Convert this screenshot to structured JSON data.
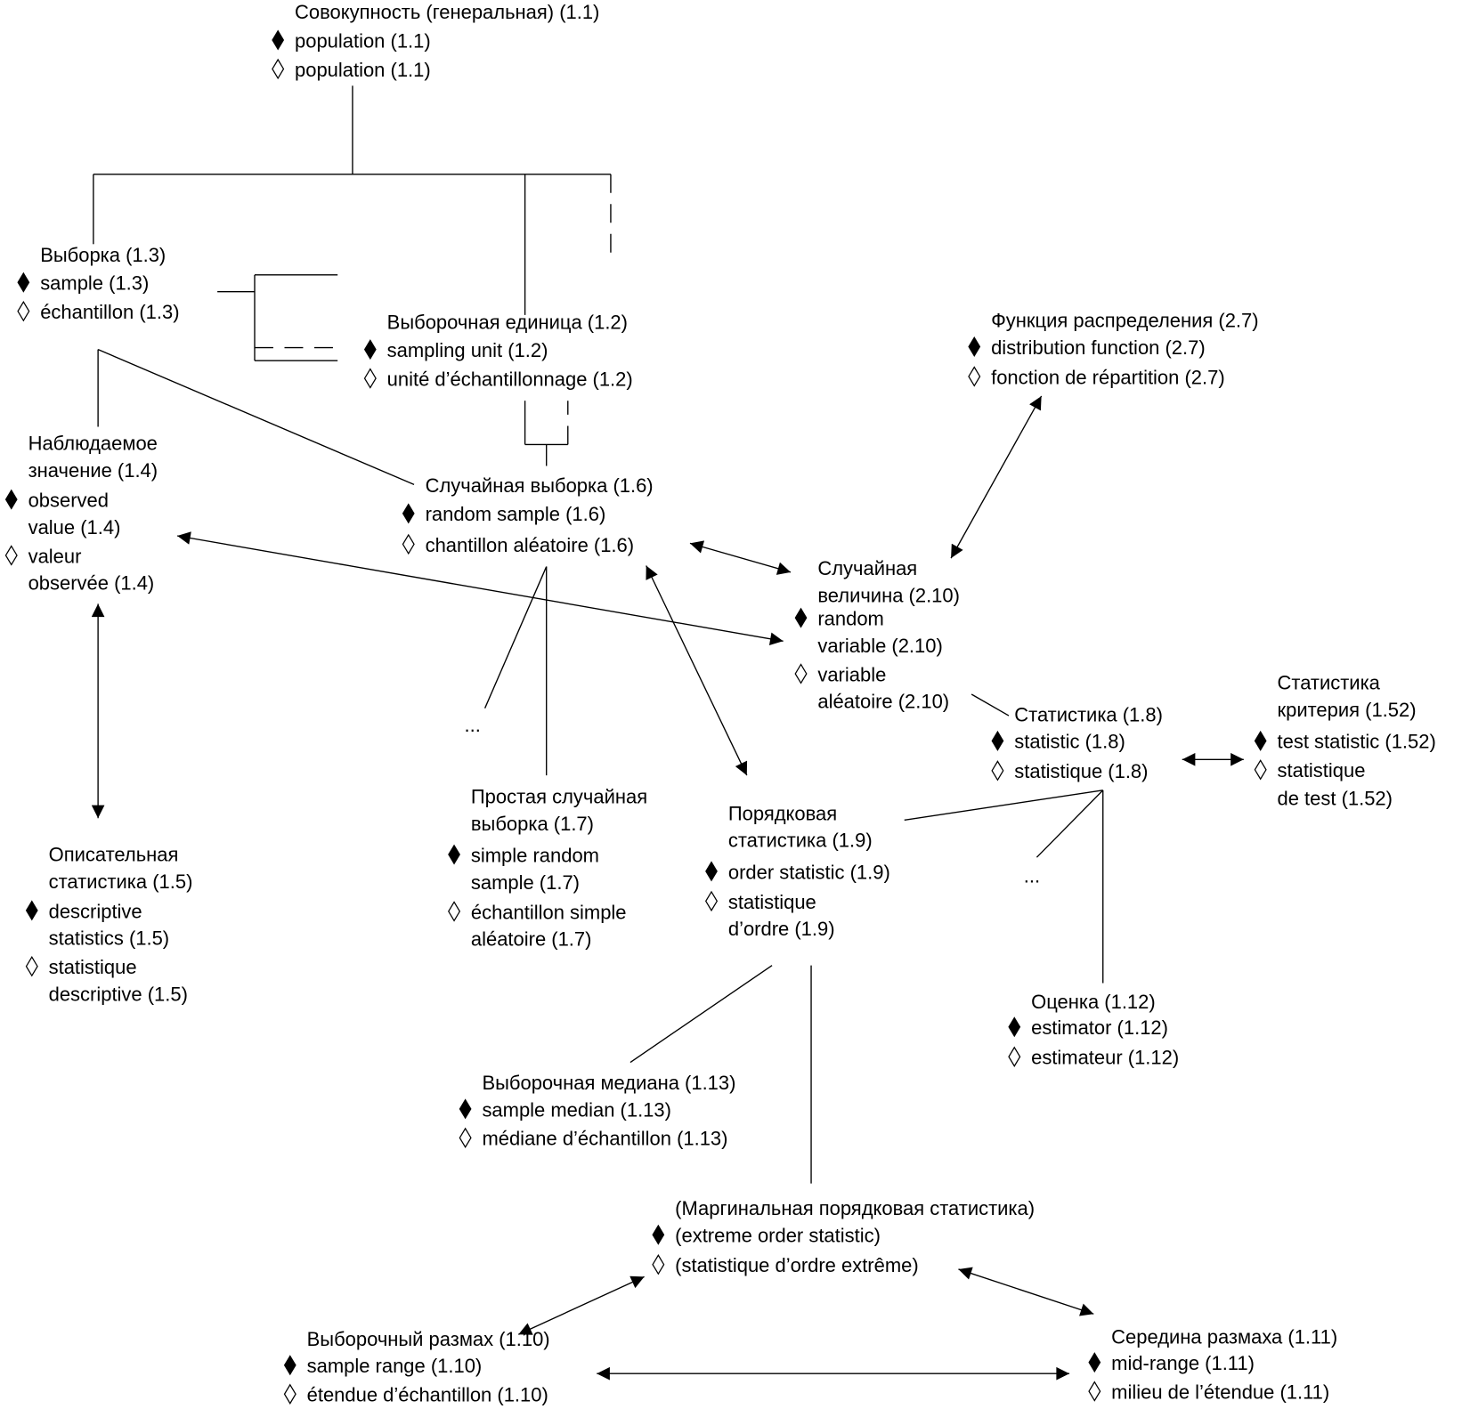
{
  "diagram": {
    "colors": {
      "ink": "#000000",
      "background": "#ffffff"
    },
    "legend_markers": {
      "filled-diamond": "English term",
      "hollow-diamond": "French term"
    },
    "nodes": [
      {
        "id": "n1_1",
        "lines": [
          {
            "marker": "none",
            "text": "Совокупность (генеральная) (1.1)"
          },
          {
            "marker": "filled",
            "text": "population (1.1)"
          },
          {
            "marker": "hollow",
            "text": "population (1.1)"
          }
        ]
      },
      {
        "id": "n1_3",
        "lines": [
          {
            "marker": "none",
            "text": "Выборка (1.3)"
          },
          {
            "marker": "filled",
            "text": "sample (1.3)"
          },
          {
            "marker": "hollow",
            "text": "échantillon (1.3)"
          }
        ]
      },
      {
        "id": "n1_2",
        "lines": [
          {
            "marker": "none",
            "text": "Выборочная единица (1.2)"
          },
          {
            "marker": "filled",
            "text": "sampling unit (1.2)"
          },
          {
            "marker": "hollow",
            "text": "unité d’échantillonnage (1.2)"
          }
        ]
      },
      {
        "id": "n2_7",
        "lines": [
          {
            "marker": "none",
            "text": "Функция распределения (2.7)"
          },
          {
            "marker": "filled",
            "text": "distribution function (2.7)"
          },
          {
            "marker": "hollow",
            "text": "fonction de répartition (2.7)"
          }
        ]
      },
      {
        "id": "n1_4",
        "lines": [
          {
            "marker": "none",
            "text": "Наблюдаемое"
          },
          {
            "marker": "none",
            "text": "значение (1.4)"
          },
          {
            "marker": "filled",
            "text": "observed"
          },
          {
            "marker": "none",
            "text": "value (1.4)"
          },
          {
            "marker": "hollow",
            "text": "valeur"
          },
          {
            "marker": "none",
            "text": "observée (1.4)"
          }
        ]
      },
      {
        "id": "n1_6",
        "lines": [
          {
            "marker": "none",
            "text": "Случайная выборка (1.6)"
          },
          {
            "marker": "filled",
            "text": "random sample (1.6)"
          },
          {
            "marker": "hollow",
            "text": "chantillon aléatoire (1.6)"
          }
        ]
      },
      {
        "id": "n2_10",
        "lines": [
          {
            "marker": "none",
            "text": "Случайная"
          },
          {
            "marker": "none",
            "text": "величина (2.10)"
          },
          {
            "marker": "filled",
            "text": "random"
          },
          {
            "marker": "none",
            "text": "variable (2.10)"
          },
          {
            "marker": "hollow",
            "text": "variable"
          },
          {
            "marker": "none",
            "text": "aléatoire (2.10)"
          }
        ]
      },
      {
        "id": "n1_8",
        "lines": [
          {
            "marker": "none",
            "text": "Статистика (1.8)"
          },
          {
            "marker": "filled",
            "text": "statistic (1.8)"
          },
          {
            "marker": "hollow",
            "text": "statistique (1.8)"
          }
        ]
      },
      {
        "id": "n1_52",
        "lines": [
          {
            "marker": "none",
            "text": "Статистика"
          },
          {
            "marker": "none",
            "text": "критерия (1.52)"
          },
          {
            "marker": "filled",
            "text": "test statistic (1.52)"
          },
          {
            "marker": "hollow",
            "text": "statistique"
          },
          {
            "marker": "none",
            "text": "de test (1.52)"
          }
        ]
      },
      {
        "id": "n1_7",
        "lines": [
          {
            "marker": "none",
            "text": "Простая случайная"
          },
          {
            "marker": "none",
            "text": "выборка (1.7)"
          },
          {
            "marker": "filled",
            "text": "simple random"
          },
          {
            "marker": "none",
            "text": "sample (1.7)"
          },
          {
            "marker": "hollow",
            "text": "échantillon simple"
          },
          {
            "marker": "none",
            "text": "aléatoire (1.7)"
          }
        ]
      },
      {
        "id": "n1_9",
        "lines": [
          {
            "marker": "none",
            "text": "Порядковая"
          },
          {
            "marker": "none",
            "text": "статистика (1.9)"
          },
          {
            "marker": "filled",
            "text": "order statistic (1.9)"
          },
          {
            "marker": "hollow",
            "text": "statistique"
          },
          {
            "marker": "none",
            "text": "d’ordre (1.9)"
          }
        ]
      },
      {
        "id": "n1_5",
        "lines": [
          {
            "marker": "none",
            "text": "Описательная"
          },
          {
            "marker": "none",
            "text": "статистика (1.5)"
          },
          {
            "marker": "filled",
            "text": "descriptive"
          },
          {
            "marker": "none",
            "text": "statistics (1.5)"
          },
          {
            "marker": "hollow",
            "text": "statistique"
          },
          {
            "marker": "none",
            "text": "descriptive (1.5)"
          }
        ]
      },
      {
        "id": "n1_12",
        "lines": [
          {
            "marker": "none",
            "text": "Оценка (1.12)"
          },
          {
            "marker": "filled",
            "text": "estimator (1.12)"
          },
          {
            "marker": "hollow",
            "text": "estimateur (1.12)"
          }
        ]
      },
      {
        "id": "n1_13",
        "lines": [
          {
            "marker": "none",
            "text": "Выборочная медиана (1.13)"
          },
          {
            "marker": "filled",
            "text": "sample median (1.13)"
          },
          {
            "marker": "hollow",
            "text": "médiane d’échantillon (1.13)"
          }
        ]
      },
      {
        "id": "extreme",
        "lines": [
          {
            "marker": "none",
            "text": "(Маргинальная порядковая статистика)"
          },
          {
            "marker": "filled",
            "text": "(extreme order statistic)"
          },
          {
            "marker": "hollow",
            "text": "(statistique d’ordre extrême)"
          }
        ]
      },
      {
        "id": "n1_10",
        "lines": [
          {
            "marker": "none",
            "text": "Выборочный размах (1.10)"
          },
          {
            "marker": "filled",
            "text": "sample range (1.10)"
          },
          {
            "marker": "hollow",
            "text": "étendue d’échantillon (1.10)"
          }
        ]
      },
      {
        "id": "n1_11",
        "lines": [
          {
            "marker": "none",
            "text": "Середина размаха (1.11)"
          },
          {
            "marker": "filled",
            "text": "mid-range (1.11)"
          },
          {
            "marker": "hollow",
            "text": "milieu de l’étendue (1.11)"
          }
        ]
      }
    ],
    "ellipses": [
      {
        "id": "ellipsis-random-sample",
        "text": "..."
      },
      {
        "id": "ellipsis-statistic",
        "text": "..."
      }
    ],
    "edges": [
      {
        "id": "pop-tree",
        "from": "n1_1",
        "to": [
          "n1_3",
          "n1_2",
          "more"
        ],
        "kind": "tree"
      },
      {
        "id": "sample-bracket",
        "from": "n1_3",
        "to": "n1_2",
        "kind": "bracket"
      },
      {
        "id": "sample-to-randomsample",
        "from": "n1_3",
        "to": "n1_6",
        "kind": "line"
      },
      {
        "id": "unit-to-randomsample",
        "from": "n1_2",
        "to": "n1_6",
        "kind": "bracket"
      },
      {
        "id": "observed-randomvar",
        "from": "n1_4",
        "to": "n2_10",
        "kind": "double-arrow"
      },
      {
        "id": "observed-descriptive",
        "from": "n1_4",
        "to": "n1_5",
        "kind": "double-arrow"
      },
      {
        "id": "randomsample-randomvar",
        "from": "n1_6",
        "to": "n2_10",
        "kind": "double-arrow"
      },
      {
        "id": "distfunc-randomvar",
        "from": "n2_7",
        "to": "n2_10",
        "kind": "double-arrow"
      },
      {
        "id": "randomsample-order",
        "from": "n1_6",
        "to": "n1_9",
        "kind": "double-arrow"
      },
      {
        "id": "randomsample-simple",
        "from": "n1_6",
        "to": "n1_7",
        "kind": "line"
      },
      {
        "id": "randomsample-more",
        "from": "n1_6",
        "to": "ellipsis-random-sample",
        "kind": "line"
      },
      {
        "id": "randomvar-statistic",
        "from": "n2_10",
        "to": "n1_8",
        "kind": "line"
      },
      {
        "id": "statistic-teststat",
        "from": "n1_8",
        "to": "n1_52",
        "kind": "double-arrow"
      },
      {
        "id": "statistic-order",
        "from": "n1_8",
        "to": "n1_9",
        "kind": "line"
      },
      {
        "id": "statistic-more",
        "from": "n1_8",
        "to": "ellipsis-statistic",
        "kind": "line"
      },
      {
        "id": "statistic-estimator",
        "from": "n1_8",
        "to": "n1_12",
        "kind": "line"
      },
      {
        "id": "order-median",
        "from": "n1_9",
        "to": "n1_13",
        "kind": "line"
      },
      {
        "id": "order-extreme",
        "from": "n1_9",
        "to": "extreme",
        "kind": "line"
      },
      {
        "id": "extreme-range",
        "from": "extreme",
        "to": "n1_10",
        "kind": "double-arrow"
      },
      {
        "id": "extreme-midrange",
        "from": "extreme",
        "to": "n1_11",
        "kind": "double-arrow"
      },
      {
        "id": "range-midrange",
        "from": "n1_10",
        "to": "n1_11",
        "kind": "double-arrow"
      }
    ]
  }
}
